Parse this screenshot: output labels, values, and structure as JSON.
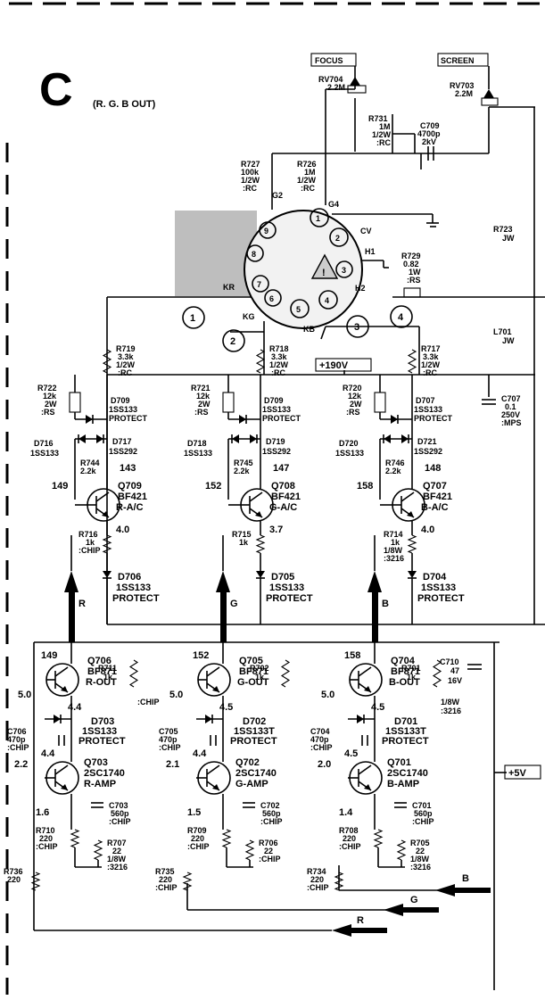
{
  "section": {
    "letter": "C",
    "subtitle": "(R. G. B OUT)"
  },
  "supply": {
    "focus": "FOCUS",
    "screen": "SCREEN",
    "v190": "+190V",
    "v5": "+5V"
  },
  "crt": {
    "g2": "G2",
    "g4": "G4",
    "cv": "CV",
    "h1": "H1",
    "h2": "H2",
    "kr": "KR",
    "kg": "KG",
    "kb": "KB",
    "pins": [
      "1",
      "2",
      "3",
      "4",
      "5",
      "6",
      "7",
      "8",
      "9"
    ],
    "markers": [
      "1",
      "2",
      "3",
      "4"
    ]
  },
  "top_parts": [
    {
      "ref": "RV704",
      "v1": "2.2M"
    },
    {
      "ref": "RV703",
      "v1": "2.2M"
    },
    {
      "ref": "R731",
      "v1": "1M",
      "v2": "1/2W",
      "v3": ":RC"
    },
    {
      "ref": "C709",
      "v1": "4700p",
      "v2": "2kV"
    },
    {
      "ref": "R727",
      "v1": "100k",
      "v2": "1/2W",
      "v3": ":RC"
    },
    {
      "ref": "R726",
      "v1": "1M",
      "v2": "1/2W",
      "v3": ":RC"
    },
    {
      "ref": "R729",
      "v1": "0.82",
      "v2": "1W",
      "v3": ":RS"
    },
    {
      "ref": "R723",
      "v1": "JW"
    },
    {
      "ref": "L701",
      "v1": "JW"
    },
    {
      "ref": "C707",
      "v1": "0.1",
      "v2": "250V",
      "v3": ":MPS"
    }
  ],
  "channels": [
    {
      "color": "R",
      "r_coll": {
        "ref": "R719",
        "v1": "3.3k",
        "v2": "1/2W",
        "v3": ":RC"
      },
      "r_sup": {
        "ref": "R722",
        "v1": "12k",
        "v2": "2W",
        "v3": ":RS"
      },
      "d_prot": {
        "ref": "D709",
        "v1": "1SS133",
        "v2": "PROTECT"
      },
      "d_a": {
        "ref": "D716",
        "v1": "1SS133"
      },
      "d_b": {
        "ref": "D717",
        "v1": "1SS292"
      },
      "r_base": {
        "ref": "R744",
        "v1": "2.2k"
      },
      "q_hi": {
        "ref": "Q709",
        "part": "BF421",
        "func": "R-A/C",
        "vb": "143",
        "vin": "149",
        "ve": "4.0"
      },
      "r_emit": {
        "ref": "R716",
        "v1": "1k",
        "v2": ":CHIP"
      },
      "d_low": {
        "ref": "D706",
        "v1": "1SS133",
        "v2": "PROTECT"
      },
      "q_out": {
        "ref": "Q706",
        "part": "BF871",
        "func": "R-OUT",
        "vc": "149",
        "vb": "5.0",
        "ve": "4.4"
      },
      "r_mid": {
        "ref": "R711",
        "v1": "1k",
        "v2": ":CHIP"
      },
      "d_mid": {
        "ref": "D703",
        "v1": "1SS133",
        "v2": "PROTECT"
      },
      "c_in": {
        "ref": "C706",
        "v1": "470p",
        "v2": ":CHIP"
      },
      "q_amp": {
        "ref": "Q703",
        "part": "2SC1740",
        "func": "R-AMP",
        "vc": "4.4",
        "vb": "2.2",
        "ve": "1.6"
      },
      "c_em": {
        "ref": "C703",
        "v1": "560p",
        "v2": ":CHIP"
      },
      "r_em1": {
        "ref": "R710",
        "v1": "220",
        "v2": ":CHIP"
      },
      "r_em2": {
        "ref": "R707",
        "v1": "22",
        "v2": "1/8W",
        "v3": ":3216"
      },
      "r_in": {
        "ref": "R736",
        "v1": "220"
      }
    },
    {
      "color": "G",
      "r_coll": {
        "ref": "R718",
        "v1": "3.3k",
        "v2": "1/2W",
        "v3": ":RC"
      },
      "r_sup": {
        "ref": "R721",
        "v1": "12k",
        "v2": "2W",
        "v3": ":RS"
      },
      "d_prot": {
        "ref": "D709",
        "v1": "1SS133",
        "v2": "PROTECT"
      },
      "d_a": {
        "ref": "D718",
        "v1": "1SS133"
      },
      "d_b": {
        "ref": "D719",
        "v1": "1SS292"
      },
      "r_base": {
        "ref": "R745",
        "v1": "2.2k"
      },
      "q_hi": {
        "ref": "Q708",
        "part": "BF421",
        "func": "G-A/C",
        "vb": "147",
        "vin": "152",
        "ve": "3.7"
      },
      "r_emit": {
        "ref": "R715",
        "v1": "1k",
        "v2": ""
      },
      "d_low": {
        "ref": "D705",
        "v1": "1SS133",
        "v2": "PROTECT"
      },
      "q_out": {
        "ref": "Q705",
        "part": "BF871",
        "func": "G-OUT",
        "vc": "152",
        "vb": "5.0",
        "ve": "4.5"
      },
      "r_mid": {
        "ref": "R702",
        "v1": "1k",
        "v2": ""
      },
      "d_mid": {
        "ref": "D702",
        "v1": "1SS133T",
        "v2": "PROTECT"
      },
      "c_in": {
        "ref": "C705",
        "v1": "470p",
        "v2": ":CHIP"
      },
      "q_amp": {
        "ref": "Q702",
        "part": "2SC1740",
        "func": "G-AMP",
        "vc": "4.4",
        "vb": "2.1",
        "ve": "1.5"
      },
      "c_em": {
        "ref": "C702",
        "v1": "560p",
        "v2": ":CHIP"
      },
      "r_em1": {
        "ref": "R709",
        "v1": "220",
        "v2": ":CHIP"
      },
      "r_em2": {
        "ref": "R706",
        "v1": "22",
        "v2": ":CHIP"
      },
      "r_in": {
        "ref": "R735",
        "v1": "220",
        "v2": ":CHIP"
      }
    },
    {
      "color": "B",
      "r_coll": {
        "ref": "R717",
        "v1": "3.3k",
        "v2": "1/2W",
        "v3": ":RC"
      },
      "r_sup": {
        "ref": "R720",
        "v1": "12k",
        "v2": "2W",
        "v3": ":RS"
      },
      "d_prot": {
        "ref": "D707",
        "v1": "1SS133",
        "v2": "PROTECT"
      },
      "d_a": {
        "ref": "D720",
        "v1": "1SS133"
      },
      "d_b": {
        "ref": "D721",
        "v1": "1SS292"
      },
      "r_base": {
        "ref": "R746",
        "v1": "2.2k"
      },
      "q_hi": {
        "ref": "Q707",
        "part": "BF421",
        "func": "B-A/C",
        "vb": "148",
        "vin": "158",
        "ve": "4.0"
      },
      "r_emit": {
        "ref": "R714",
        "v1": "1k",
        "v2": "1/8W",
        "v3": ":3216"
      },
      "d_low": {
        "ref": "D704",
        "v1": "1SS133",
        "v2": "PROTECT"
      },
      "q_out": {
        "ref": "Q704",
        "part": "BF871",
        "func": "B-OUT",
        "vc": "158",
        "vb": "5.0",
        "ve": "4.5"
      },
      "r_mid": {
        "ref": "R701",
        "v1": "1k",
        "v2": "1/8W",
        "v3": ":3216"
      },
      "d_mid": {
        "ref": "D701",
        "v1": "1SS133T",
        "v2": "PROTECT"
      },
      "c_in": {
        "ref": "C704",
        "v1": "470p",
        "v2": ":CHIP"
      },
      "q_amp": {
        "ref": "Q701",
        "part": "2SC1740",
        "func": "B-AMP",
        "vc": "4.5",
        "vb": "2.0",
        "ve": "1.4"
      },
      "c_em": {
        "ref": "C701",
        "v1": "560p",
        "v2": ":CHIP"
      },
      "r_em1": {
        "ref": "R708",
        "v1": "220",
        "v2": ":CHIP"
      },
      "r_em2": {
        "ref": "R705",
        "v1": "22",
        "v2": "1/8W",
        "v3": ":3216"
      },
      "r_in": {
        "ref": "R734",
        "v1": "220",
        "v2": ":CHIP"
      }
    }
  ],
  "extra": {
    "c710": {
      "ref": "C710",
      "v1": "47",
      "v2": "16V"
    }
  },
  "inputs": {
    "r": "R",
    "g": "G",
    "b": "B"
  }
}
